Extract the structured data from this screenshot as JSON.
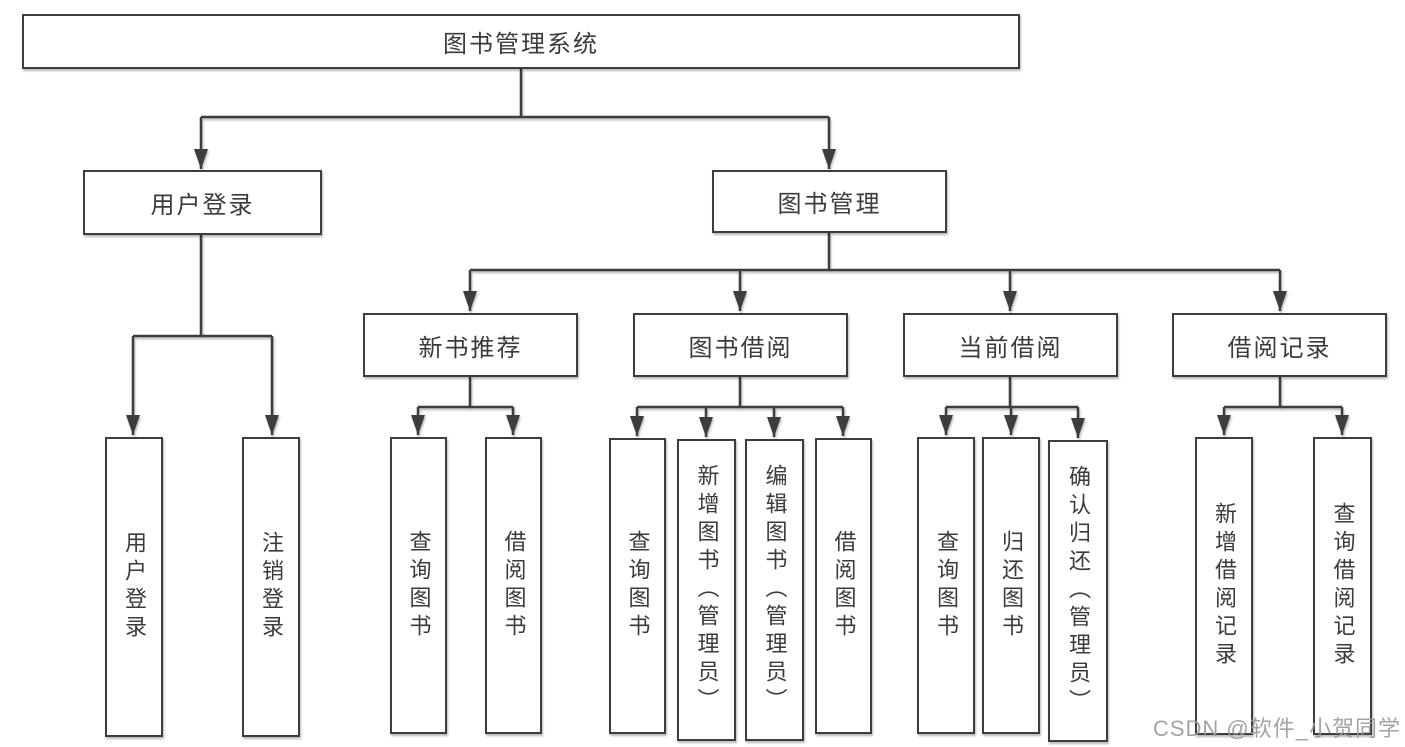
{
  "diagram": {
    "title": "图书管理系统",
    "branches": [
      {
        "label": "用户登录",
        "children": [
          {
            "label": "用户登录"
          },
          {
            "label": "注销登录"
          }
        ]
      },
      {
        "label": "图书管理",
        "children": [
          {
            "label": "新书推荐",
            "children": [
              {
                "label": "查询图书"
              },
              {
                "label": "借阅图书"
              }
            ]
          },
          {
            "label": "图书借阅",
            "children": [
              {
                "label": "查询图书"
              },
              {
                "label": "新增图书（管理员）"
              },
              {
                "label": "编辑图书（管理员）"
              },
              {
                "label": "借阅图书"
              }
            ]
          },
          {
            "label": "当前借阅",
            "children": [
              {
                "label": "查询图书"
              },
              {
                "label": "归还图书"
              },
              {
                "label": "确认归还（管理员）"
              }
            ]
          },
          {
            "label": "借阅记录",
            "children": [
              {
                "label": "新增借阅记录"
              },
              {
                "label": "查询借阅记录"
              }
            ]
          }
        ]
      }
    ],
    "colors": {
      "line": "#3d3d3d",
      "border": "#3d3d3d",
      "text": "#3b3b3b",
      "background": "#ffffff",
      "watermark": "#9a9a9a"
    }
  },
  "watermark": {
    "text": "CSDN @软件_小贺同学"
  }
}
